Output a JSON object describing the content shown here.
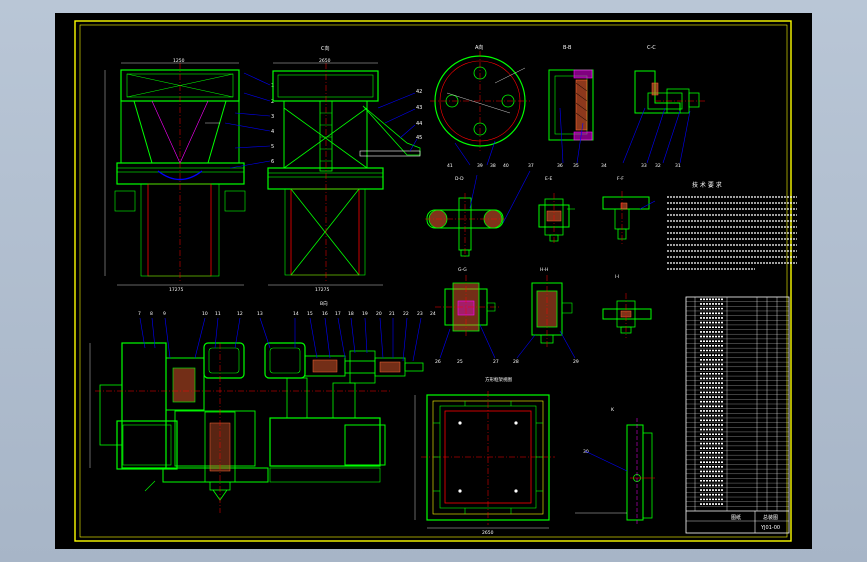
{
  "colors": {
    "background": "#000000",
    "frame": "#ffff00",
    "body": "#00ff00",
    "center": "#ff0000",
    "hidden": "#ff00ff",
    "leader": "#0000ff",
    "hatch": "#ff6633",
    "text": "#ffffff",
    "workspace": "#b9c6d6"
  },
  "views": {
    "front": {
      "dim_top": "1250",
      "dim_bottom": "17275"
    },
    "side": {
      "title": "C向",
      "dim_top": "2650",
      "dim_bottom": "17275"
    },
    "round": {
      "title": "A向"
    },
    "sec_b": {
      "title": "B-B"
    },
    "sec_c": {
      "title": "C-C"
    },
    "sec_d": {
      "title": "D-D"
    },
    "sec_e": {
      "title": "E-E"
    },
    "sec_f": {
      "title": "F-F"
    },
    "sec_g": {
      "title": "G-G"
    },
    "sec_h": {
      "title": "H-H"
    },
    "sec_i": {
      "title": "I-I"
    },
    "bottom_detail": {
      "title": "B向"
    },
    "frame_view": {
      "title": "方形框架视图",
      "dim_bottom": "2650"
    },
    "bracket": {
      "title": "K"
    }
  },
  "tech_title": "技 术 要 求",
  "balloons_front": [
    "1",
    "2",
    "3",
    "4",
    "5",
    "6"
  ],
  "balloons_side": [
    "42",
    "43",
    "44",
    "45"
  ],
  "balloons_row_a": [
    "41",
    "39",
    "38",
    "40",
    "37",
    "36",
    "35",
    "34",
    "33",
    "32",
    "31"
  ],
  "balloons_row_b": [
    "7",
    "8",
    "9",
    "10",
    "11",
    "12",
    "13",
    "14",
    "15",
    "16",
    "17",
    "18",
    "19",
    "20",
    "21",
    "22",
    "23",
    "24"
  ],
  "balloons_row_c": [
    "26",
    "25",
    "27",
    "28",
    "29",
    "30"
  ],
  "title_block": {
    "name": "总装图",
    "code": "YJ01-00",
    "org": "图纸"
  }
}
